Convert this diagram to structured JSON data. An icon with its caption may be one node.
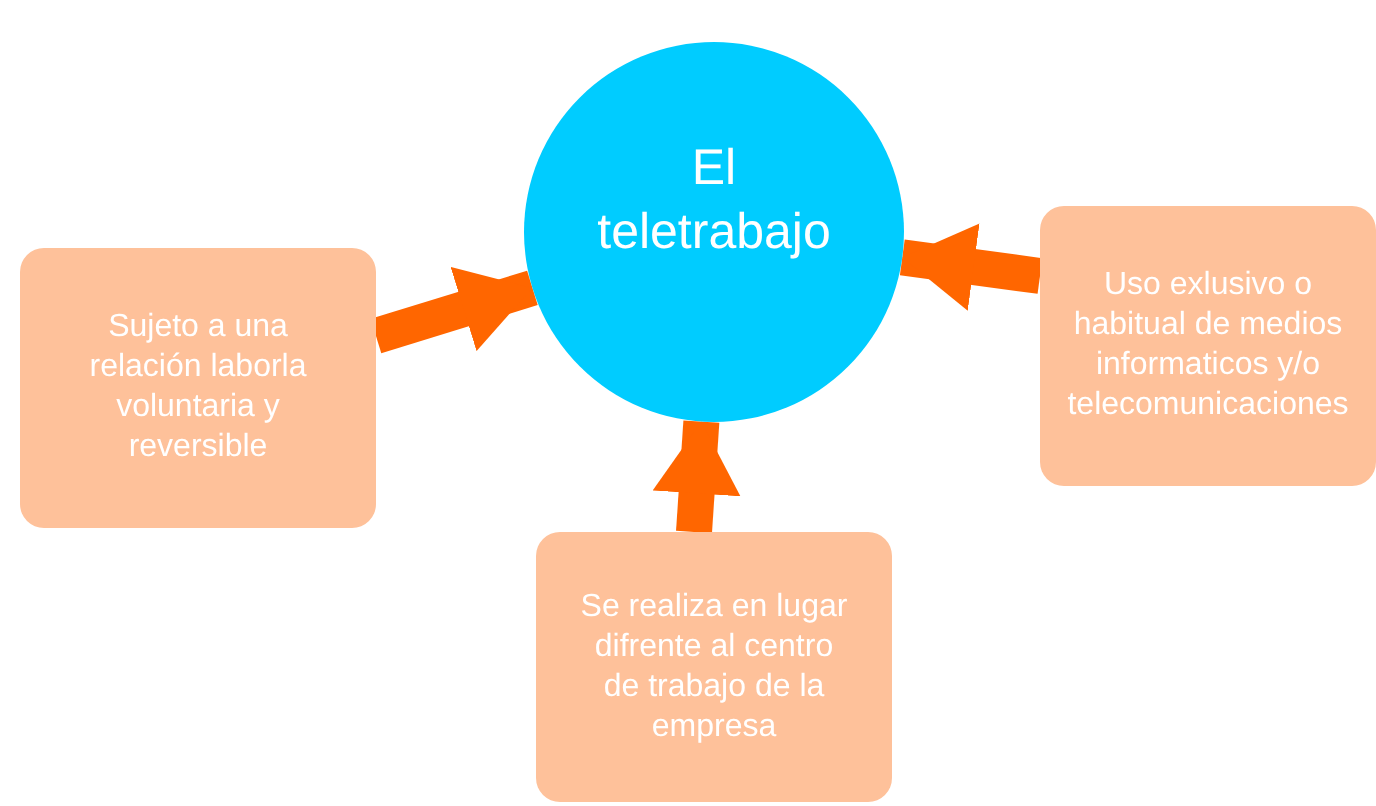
{
  "diagram": {
    "nodes": [
      {
        "text": [
          "El teletrabajo"
        ]
      },
      {
        "text": [
          "Sujeto a una relación laborla voluntaria y reversible"
        ]
      },
      {
        "text": [
          "Se realiza en lugar difrente al centro de trabajo de la empresa"
        ]
      },
      {
        "text": [
          "Uso exlusivo o habitual de medios informaticos y/o telecomunicaciones"
        ]
      }
    ],
    "edges": [
      {
        "from": 1,
        "to": 0,
        "arrow": "to"
      },
      {
        "from": 2,
        "to": 0,
        "arrow": "to"
      },
      {
        "from": 3,
        "to": 0,
        "arrow": "to"
      }
    ]
  }
}
